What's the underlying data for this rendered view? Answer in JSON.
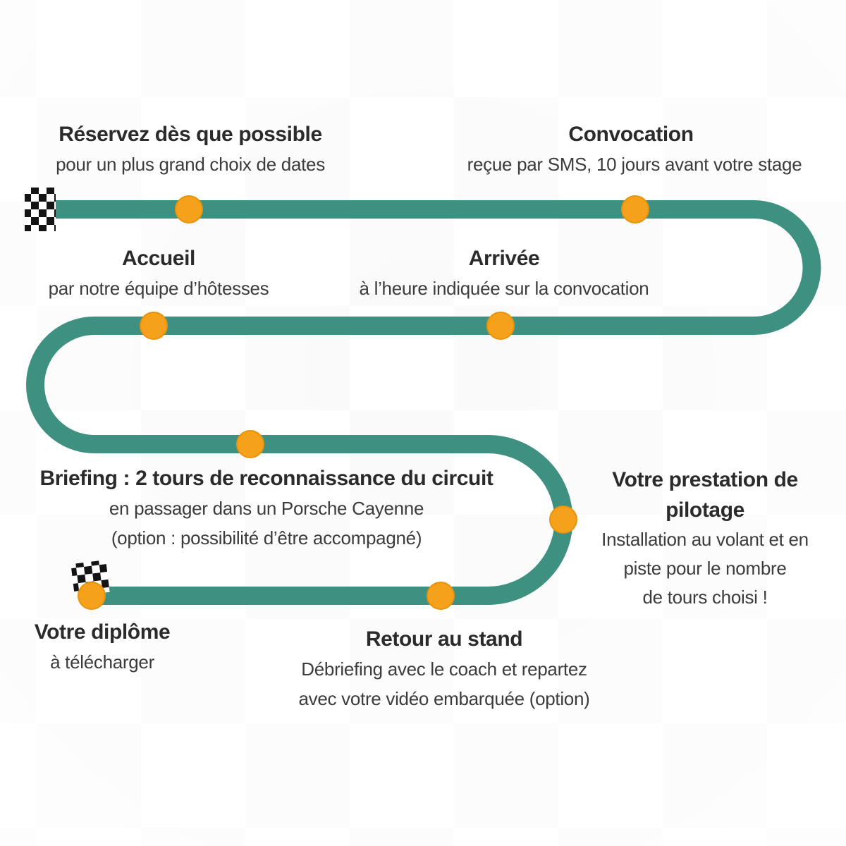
{
  "diagram": {
    "type": "race-track-process-flow",
    "colors": {
      "track": "#3E9181",
      "waypoint": "#F5A11C",
      "waypoint_edge": "#E8930C",
      "title_text": "#2B2B2B",
      "subtitle_text": "#3C3C3C",
      "background_pattern": "#F5F5F5"
    },
    "steps": {
      "reservez": {
        "title": "Réservez dès que possible",
        "subtitle": "pour un plus grand choix de dates"
      },
      "convocation": {
        "title": "Convocation",
        "subtitle": "reçue par SMS, 10 jours avant votre stage"
      },
      "accueil": {
        "title": "Accueil",
        "subtitle": "par notre équipe d’hôtesses"
      },
      "arrivee": {
        "title": "Arrivée",
        "subtitle": "à l’heure indiquée sur la convocation"
      },
      "briefing": {
        "title": "Briefing : 2 tours de reconnaissance du circuit",
        "lines": [
          "en passager dans un Porsche Cayenne",
          "(option : possibilité d’être accompagné)"
        ]
      },
      "prestation": {
        "title": "Votre prestation de pilotage",
        "lines": [
          "Installation au volant et en",
          "piste pour le nombre",
          "de tours choisi !"
        ]
      },
      "diplome": {
        "title": "Votre diplôme",
        "subtitle": "à télécharger"
      },
      "retour": {
        "title": "Retour au stand",
        "lines": [
          "Débriefing avec le coach et repartez",
          "avec votre vidéo embarquée (option)"
        ]
      }
    }
  }
}
